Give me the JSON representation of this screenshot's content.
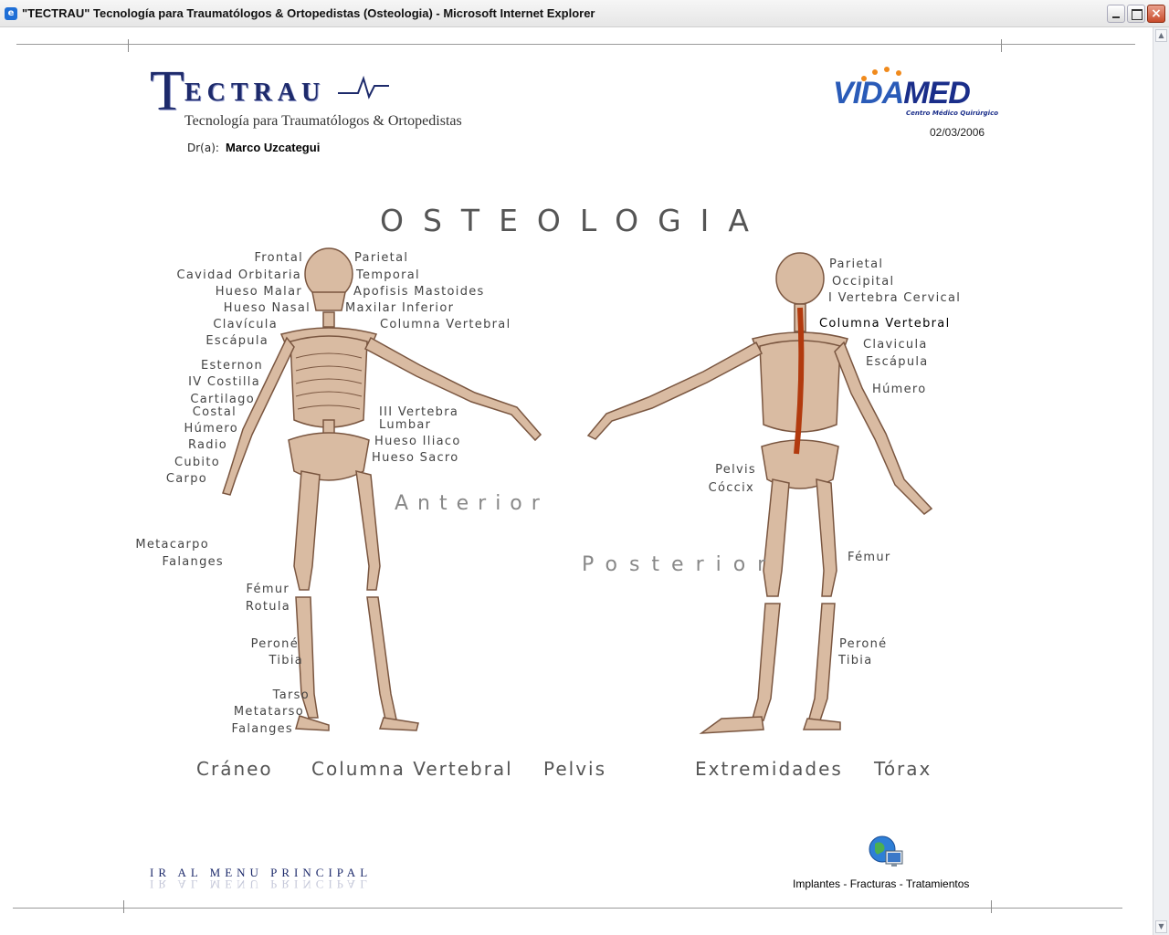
{
  "window": {
    "title": "\"TECTRAU\" Tecnología para Traumatólogos & Ortopedistas (Osteologia) - Microsoft Internet Explorer",
    "close_label": "×"
  },
  "header": {
    "logo_initial": "T",
    "logo_rest": "ECTRAU",
    "logo_subtitle": "Tecnología para Traumatólogos & Ortopedistas",
    "doctor_label": "Dr(a):",
    "doctor_name": "Marco Uzcategui",
    "partner_logo_vida": "VIDA",
    "partner_logo_med": "MED",
    "partner_subtitle": "Centro Médico Quirúrgico",
    "date": "02/03/2006"
  },
  "page_heading": "OSTEOLOGIA",
  "views": {
    "anterior": "Anterior",
    "posterior": "Posterior"
  },
  "anterior_labels_left": [
    "Frontal",
    "Cavidad Orbitaria",
    "Hueso Malar",
    "Hueso Nasal",
    "Clavícula",
    "Escápula",
    "Esternon",
    "IV Costilla",
    "Cartilago",
    "Costal",
    "Húmero",
    "Radio",
    "Cubito",
    "Carpo",
    "Metacarpo",
    "Falanges",
    "Fémur",
    "Rotula",
    "Peroné",
    "Tibia",
    "Tarso",
    "Metatarso",
    "Falanges"
  ],
  "anterior_labels_right": [
    "Parietal",
    "Temporal",
    "Apofisis Mastoides",
    "Maxilar Inferior",
    "Columna Vertebral",
    "III Vertebra",
    "Lumbar",
    "Hueso Iliaco",
    "Hueso Sacro"
  ],
  "posterior_labels_right": [
    "Parietal",
    "Occipital",
    "I Vertebra Cervical",
    "Columna Vertebral",
    "Clavicula",
    "Escápula",
    "Húmero",
    "Fémur",
    "Peroné",
    "Tibia"
  ],
  "posterior_labels_left": [
    "Pelvis",
    "Cóccix"
  ],
  "nav": [
    "Cráneo",
    "Columna Vertebral",
    "Pelvis",
    "Extremidades",
    "Tórax"
  ],
  "footer": {
    "main_menu": "IR AL MENU PRINCIPAL",
    "links": "Implantes - Fracturas - Tratamientos"
  },
  "colors": {
    "brand_navy": "#1d2a6b",
    "bone": "#c9a98c",
    "spine_highlight": "#b23a0e"
  }
}
